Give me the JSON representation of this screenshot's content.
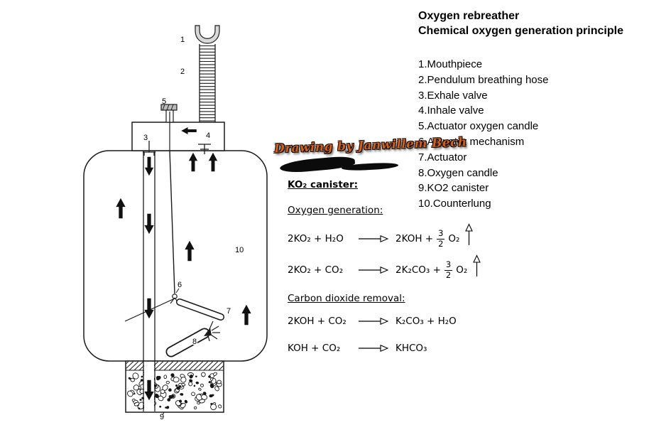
{
  "header": {
    "title_line1": "Oxygen rebreather",
    "title_line2": "Chemical oxygen generation principle"
  },
  "legend": {
    "items": [
      "1.Mouthpiece",
      "2.Pendulum breathing hose",
      "3.Exhale valve",
      "4.Inhale valve",
      "5.Actuator oxygen candle",
      "6.Actuator mechanism",
      "7.Actuator",
      "8.Oxygen candle",
      "9.KO2 canister",
      "10.Counterlung"
    ]
  },
  "watermark": {
    "text": "Drawing by Janwillem Bech",
    "color": "#d2601a"
  },
  "chem": {
    "canister_heading": "KO₂ canister:",
    "oxygen_heading": "Oxygen generation:",
    "co2_heading": "Carbon dioxide removal:",
    "oxygen_reactions": [
      {
        "lhs": "2KO₂ + H₂O",
        "rhs_pre": "2KOH +",
        "frac_num": "3",
        "frac_den": "2",
        "rhs_post": "O₂"
      },
      {
        "lhs": "2KO₂ + CO₂",
        "rhs_pre": "2K₂CO₃ +",
        "frac_num": "3",
        "frac_den": "2",
        "rhs_post": "O₂"
      }
    ],
    "co2_reactions": [
      {
        "lhs": "2KOH + CO₂",
        "rhs": "K₂CO₃ + H₂O"
      },
      {
        "lhs": "KOH + CO₂",
        "rhs": "KHCO₃"
      }
    ]
  },
  "diagram": {
    "labels": [
      "1",
      "2",
      "3",
      "4",
      "5",
      "6",
      "7",
      "8",
      "9",
      "10"
    ],
    "stroke_color": "#1a1a1a"
  }
}
